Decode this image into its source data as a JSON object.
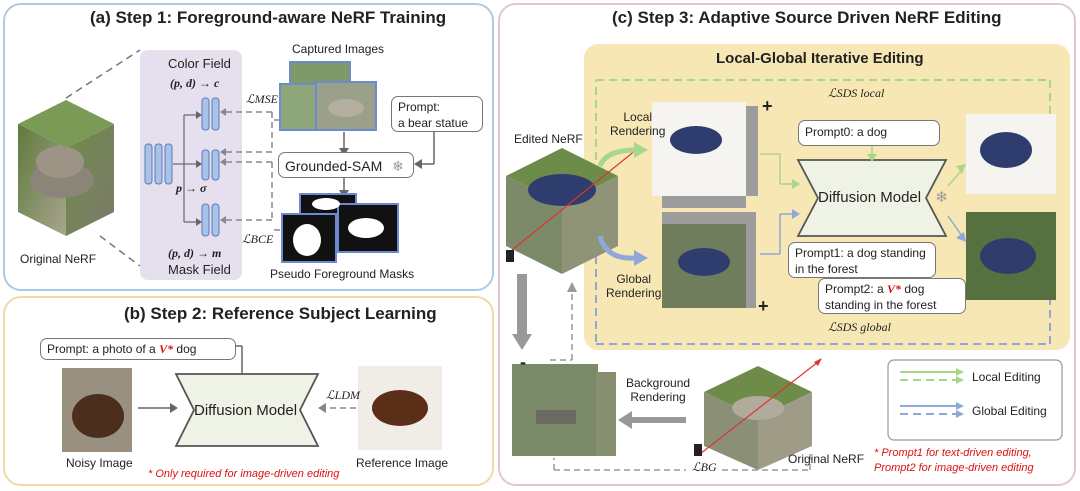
{
  "step1": {
    "title": "(a) Step 1: Foreground-aware NeRF Training",
    "color_field": "Color Field",
    "color_formula": "(p, d) → c",
    "sigma_formula": "p → σ",
    "mask_formula": "(p, d) → m",
    "mask_field": "Mask Field",
    "captured_images": "Captured Images",
    "prompt": "Prompt:\na bear statue",
    "grounded_sam": "Grounded-SAM",
    "pseudo_masks": "Pseudo Foreground Masks",
    "original_nerf": "Original NeRF",
    "loss_mse": "ℒMSE",
    "loss_bce": "ℒBCE"
  },
  "step2": {
    "title": "(b) Step 2: Reference Subject Learning",
    "prompt_prefix": "Prompt: a photo of a ",
    "prompt_token": "V*",
    "prompt_suffix": " dog",
    "diffusion": "Diffusion Model",
    "loss_ldm": "ℒLDM",
    "noisy_image": "Noisy Image",
    "reference_image": "Reference Image",
    "note": "* Only required for image-driven editing"
  },
  "step3": {
    "title": "(c) Step 3: Adaptive Source Driven NeRF Editing",
    "lgi_title": "Local-Global Iterative Editing",
    "sds_local": "ℒSDS local",
    "sds_global": "ℒSDS global",
    "edited_nerf": "Edited NeRF",
    "local_rendering": "Local\nRendering",
    "global_rendering": "Global\nRendering",
    "prompt0": "Prompt0: a dog",
    "prompt1": "Prompt1: a dog standing\nin the forest",
    "prompt2_prefix": "Prompt2: a ",
    "prompt2_token": "V*",
    "prompt2_suffix": " dog\nstanding in the forest",
    "diffusion": "Diffusion Model",
    "background_rendering": "Background\nRendering",
    "original_nerf": "Original NeRF",
    "loss_bg": "ℒBG",
    "plus": "+",
    "minus": "-",
    "legend_local": "Local Editing",
    "legend_global": "Global Editing",
    "footnote": "* Prompt1 for text-driven editing,\nPrompt2 for image-driven editing"
  },
  "colors": {
    "panel_a_border": "#a9cbe6",
    "panel_b_border": "#f0d9a6",
    "panel_c_border": "#e3c7cf",
    "lgi_fill": "#f7e7b5",
    "field_fill": "#e6e0ee",
    "local_arrow": "#a8d68a",
    "global_arrow": "#8fa8d8",
    "note_red": "#d11111"
  }
}
